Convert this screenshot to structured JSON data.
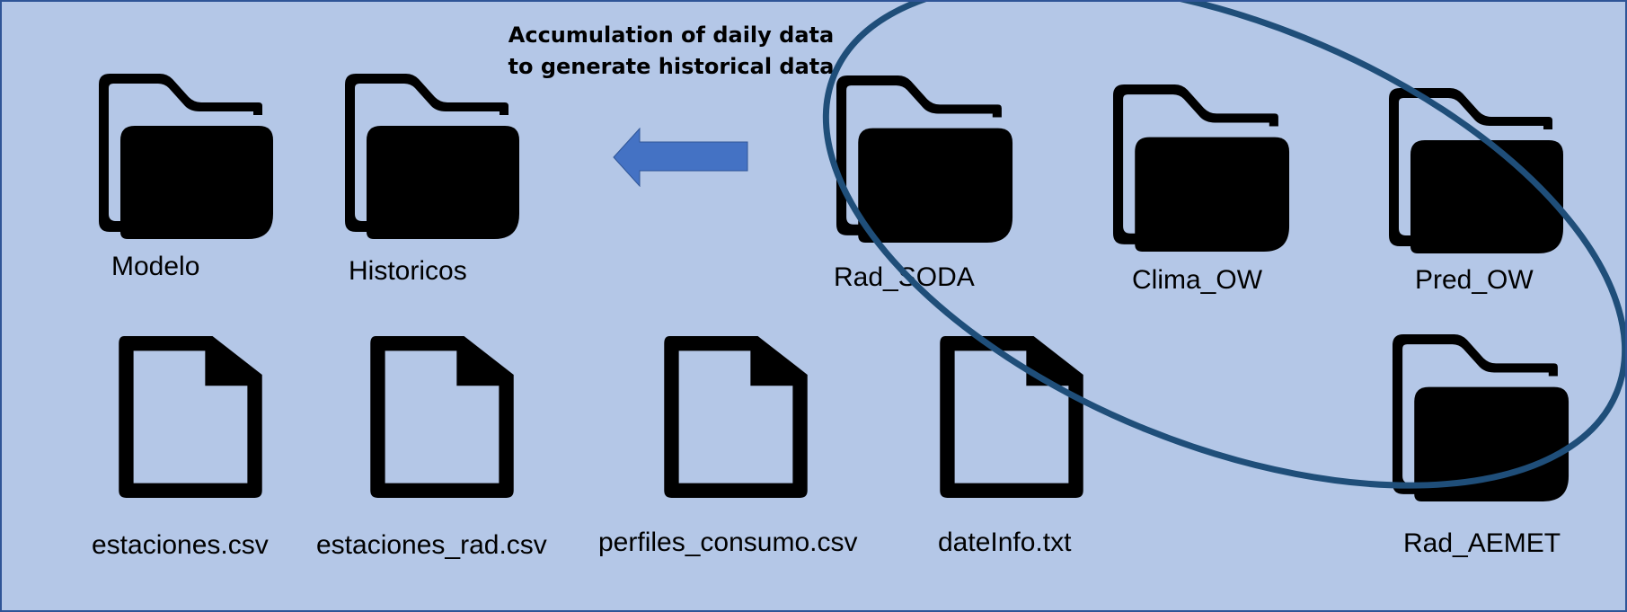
{
  "annotation": {
    "line1": "Accumulation of daily data",
    "line2": "to generate historical data"
  },
  "folders": [
    {
      "id": "modelo",
      "label": "Modelo"
    },
    {
      "id": "historicos",
      "label": "Historicos"
    },
    {
      "id": "rad-soda",
      "label": "Rad_SODA"
    },
    {
      "id": "clima-ow",
      "label": "Clima_OW"
    },
    {
      "id": "pred-ow",
      "label": "Pred_OW"
    },
    {
      "id": "rad-aemet",
      "label": "Rad_AEMET"
    }
  ],
  "files": [
    {
      "id": "estaciones",
      "label": "estaciones.csv"
    },
    {
      "id": "estaciones-rad",
      "label": "estaciones_rad.csv"
    },
    {
      "id": "perfiles-consumo",
      "label": "perfiles_consumo.csv"
    },
    {
      "id": "dateinfo",
      "label": "dateInfo.txt"
    }
  ],
  "colors": {
    "background": "#b4c7e7",
    "border": "#2f5597",
    "arrow": "#4472c4",
    "ellipse": "#1f4e79",
    "icon": "#000000"
  },
  "icons": {
    "folder": "folder-icon",
    "file": "file-icon",
    "arrow": "left-arrow-icon"
  }
}
